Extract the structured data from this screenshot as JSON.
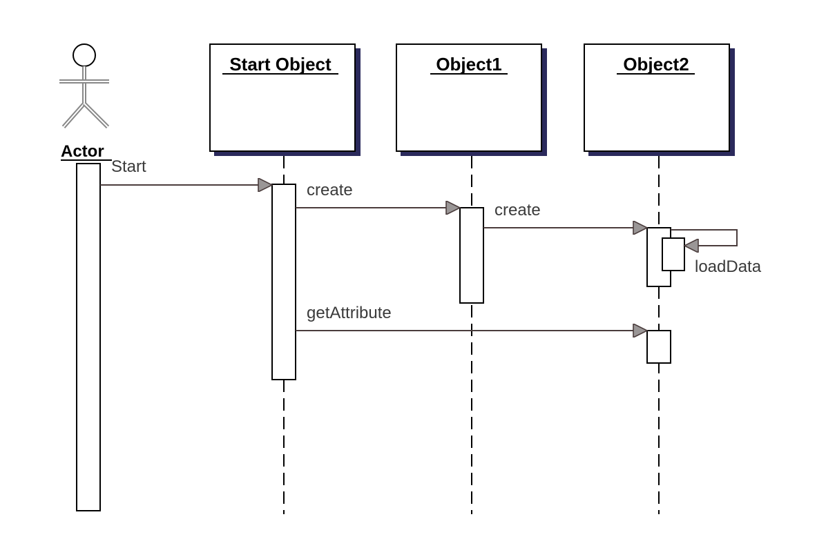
{
  "actor": {
    "name": "Actor"
  },
  "objects": [
    {
      "name": "Start Object"
    },
    {
      "name": "Object1"
    },
    {
      "name": "Object2"
    }
  ],
  "messages": [
    {
      "label": "Start",
      "from": "Actor",
      "to": "Start Object"
    },
    {
      "label": "create",
      "from": "Start Object",
      "to": "Object1"
    },
    {
      "label": "create",
      "from": "Object1",
      "to": "Object2"
    },
    {
      "label": "loadData",
      "from": "Object2",
      "to": "Object2"
    },
    {
      "label": "getAttribute",
      "from": "Start Object",
      "to": "Object2"
    }
  ],
  "colors": {
    "line": "#4a3c3c",
    "arrowhead": "#9a9696",
    "shadow": "#2b2a5c"
  }
}
